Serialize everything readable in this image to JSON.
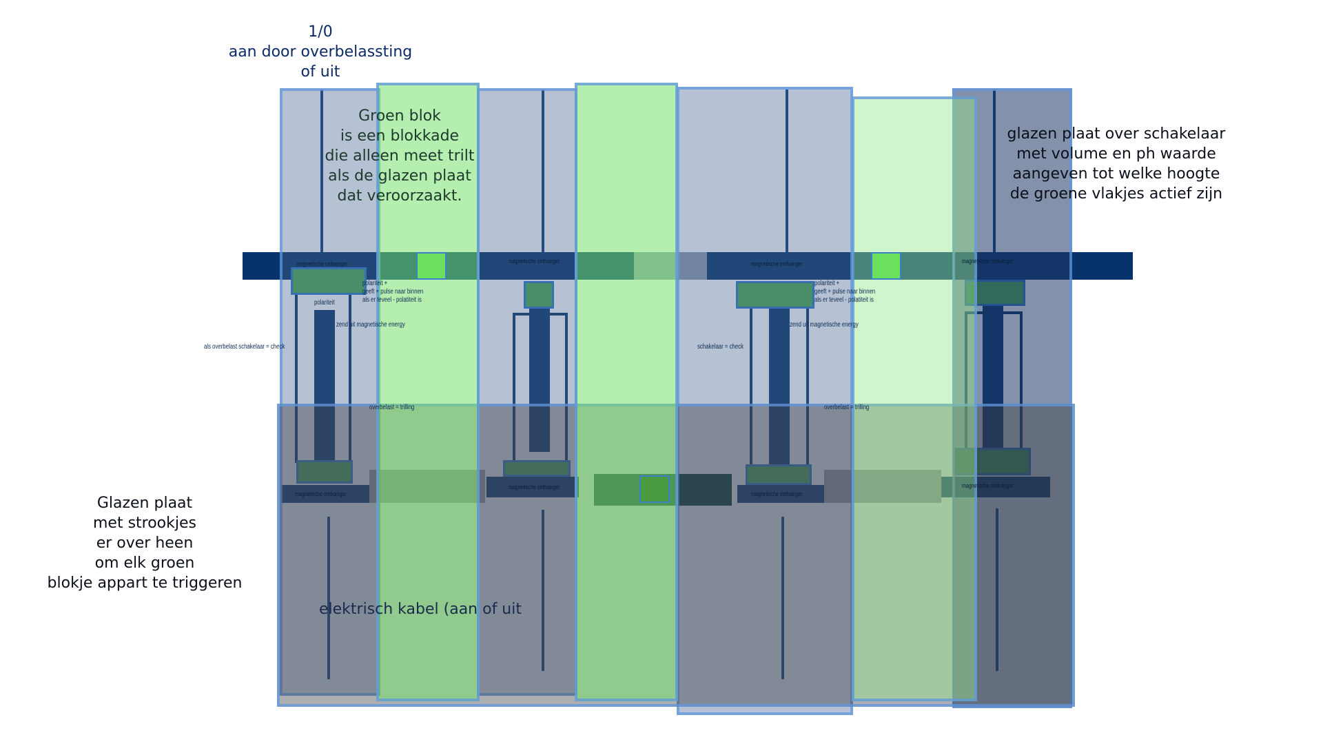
{
  "notes": {
    "top_switch": "1/0\naan door overbelassting\nof uit",
    "green_block": "Groen blok\nis een blokkade\ndie alleen meet trilt\nals de glazen plaat\ndat veroorzaakt.",
    "glass_plate_switch": "glazen plaat over schakelaar\nmet volume en ph waarde\naangeven tot welke hoogte\nde groene vlakjes actief zijn",
    "glass_strips": "Glazen plaat\nmet strookjes\ner over heen\nom elk groen\nblokje appart te triggeren",
    "electric_cable": "elektrisch kabel (aan of uit"
  },
  "labels": {
    "magnet": "magnetische ontlvanger",
    "polarity_desc_1": "polariteit +\n geeft + pulse naar binnen\nals er teveel - polatiteit is",
    "polarity_desc_2": "polariteit +\n geeft + pulse naar binnen\nals er teveel - polatiteit is",
    "polarity": "polariteit",
    "sends_energy_1": "zend uit magnetische energy",
    "sends_energy_2": "zend uit magnetische energy",
    "overload_check": "als overbelast schakelaar = check",
    "switch_check": "schakelaar = check",
    "overload_vibration_1": "overbelast = trilling",
    "overload_vibration_2": "overbelast = trilling"
  },
  "colors": {
    "navy": "#08336a",
    "green": "#4aa84f",
    "light_green": "#9ee890",
    "panel_border": "#6096dc"
  }
}
